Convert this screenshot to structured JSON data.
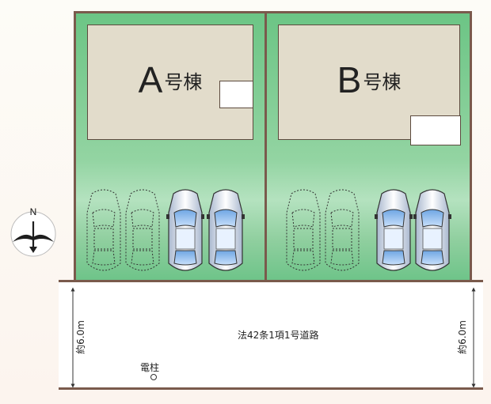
{
  "lots": [
    {
      "letter": "A",
      "suffix": "号棟"
    },
    {
      "letter": "B",
      "suffix": "号棟"
    }
  ],
  "road": {
    "name": "法42条1項1号道路",
    "width_left": "約6.0m",
    "width_right": "約6.0m"
  },
  "utility_pole": {
    "label": "電柱"
  },
  "compass": {
    "north": "N",
    "icon": "north-arrow-icon"
  },
  "parking": {
    "A": [
      {
        "style": "dotted-outline"
      },
      {
        "style": "dotted-outline"
      },
      {
        "style": "solid-car"
      },
      {
        "style": "solid-car"
      }
    ],
    "B": [
      {
        "style": "dotted-outline"
      },
      {
        "style": "dotted-outline"
      },
      {
        "style": "solid-car"
      },
      {
        "style": "solid-car"
      }
    ]
  },
  "colors": {
    "lot_green": "#6cc585",
    "border": "#7a5a4c",
    "building": "#e2dccb"
  }
}
